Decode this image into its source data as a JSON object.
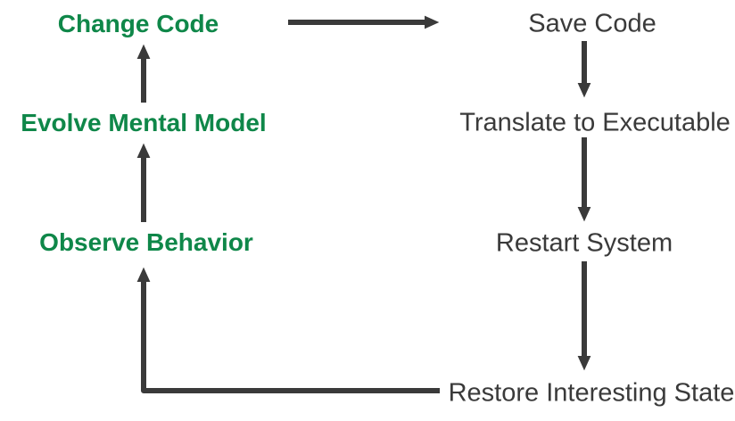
{
  "colors": {
    "green": "#0f8749",
    "dark": "#3a3a3a"
  },
  "diagram": {
    "left_nodes": [
      {
        "label": "Change Code"
      },
      {
        "label": "Evolve Mental Model"
      },
      {
        "label": "Observe Behavior"
      }
    ],
    "right_nodes": [
      {
        "label": "Save Code"
      },
      {
        "label": "Translate to Executable"
      },
      {
        "label": "Restart System"
      },
      {
        "label": "Restore Interesting State"
      }
    ],
    "arrows": [
      "change-code-to-save-code",
      "save-code-to-translate",
      "translate-to-restart",
      "restart-to-restore",
      "restore-to-observe",
      "observe-to-evolve",
      "evolve-to-change"
    ]
  }
}
